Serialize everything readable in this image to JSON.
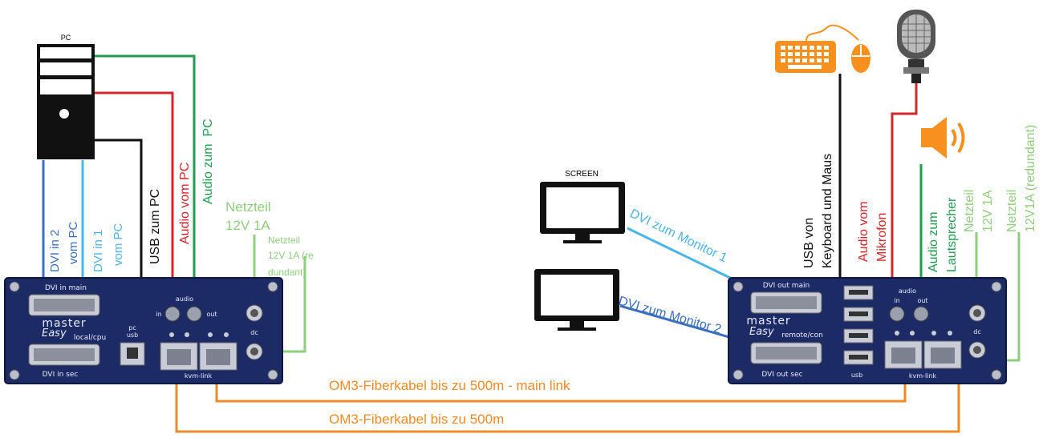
{
  "pc": {
    "label": "PC"
  },
  "screen": {
    "label": "SCREEN"
  },
  "colors": {
    "device": "#1c2a66",
    "dvi_dark": "#3b6fbf",
    "dvi_light": "#4bb4e6",
    "usb": "#111111",
    "audio_in": "#d7252a",
    "audio_out": "#1f9e4e",
    "power": "#8fce7a",
    "fiber": "#f08a24",
    "orange_icon": "#f7901e"
  },
  "left_labels": {
    "dvi_in2": "DVI in 2",
    "dvi_in2_b": "vom PC",
    "dvi_in1": "DVI in 1",
    "dvi_in1_b": "vom PC",
    "usb_pc": "USB zum PC",
    "audio_vom_pc": "Audio vom PC",
    "audio_zum_pc": "Audio zum  PC",
    "netzteil": "Netzteil",
    "netzteil_v": "12V 1A",
    "netzteil_red_1": "Netzteil",
    "netzteil_red_2": "12V 1A (re",
    "netzteil_red_3": "dundant)"
  },
  "right_labels": {
    "dvi_mon1": "DVI zum Monitor 1",
    "dvi_mon2": "DVI zum Monitor 2",
    "usb_kb_1": "USB von",
    "usb_kb_2": "Keyboard und Maus",
    "audio_mic_1": "Audio vom",
    "audio_mic_2": "Mikrofon",
    "audio_spk_1": "Audio zum",
    "audio_spk_2": "Lautsprecher",
    "netz1_1": "Netzteil",
    "netz1_2": "12V 1A",
    "netz2_1": "Netzteil",
    "netz2_2": "12V1A (redundant)"
  },
  "fiber": {
    "main": "OM3-Fiberkabel bis zu 500m - main link",
    "second": "OM3-Fiberkabel bis zu 500m"
  },
  "left_device": {
    "dvi_main": "DVI in main",
    "dvi_sec": "DVI in sec",
    "brand": "master",
    "brand_script": "Easy",
    "mode": "local/cpu",
    "pc": "pc",
    "usb": "usb",
    "audio": "audio",
    "in": "in",
    "out": "out",
    "dc": "dc",
    "kvm": "kvm-link"
  },
  "right_device": {
    "dvi_main": "DVI out main",
    "dvi_sec": "DVI out sec",
    "brand": "master",
    "brand_script": "Easy",
    "mode": "remote/con",
    "usb": "usb",
    "audio": "audio",
    "in": "in",
    "out": "out",
    "dc": "dc",
    "kvm": "kvm-link"
  }
}
